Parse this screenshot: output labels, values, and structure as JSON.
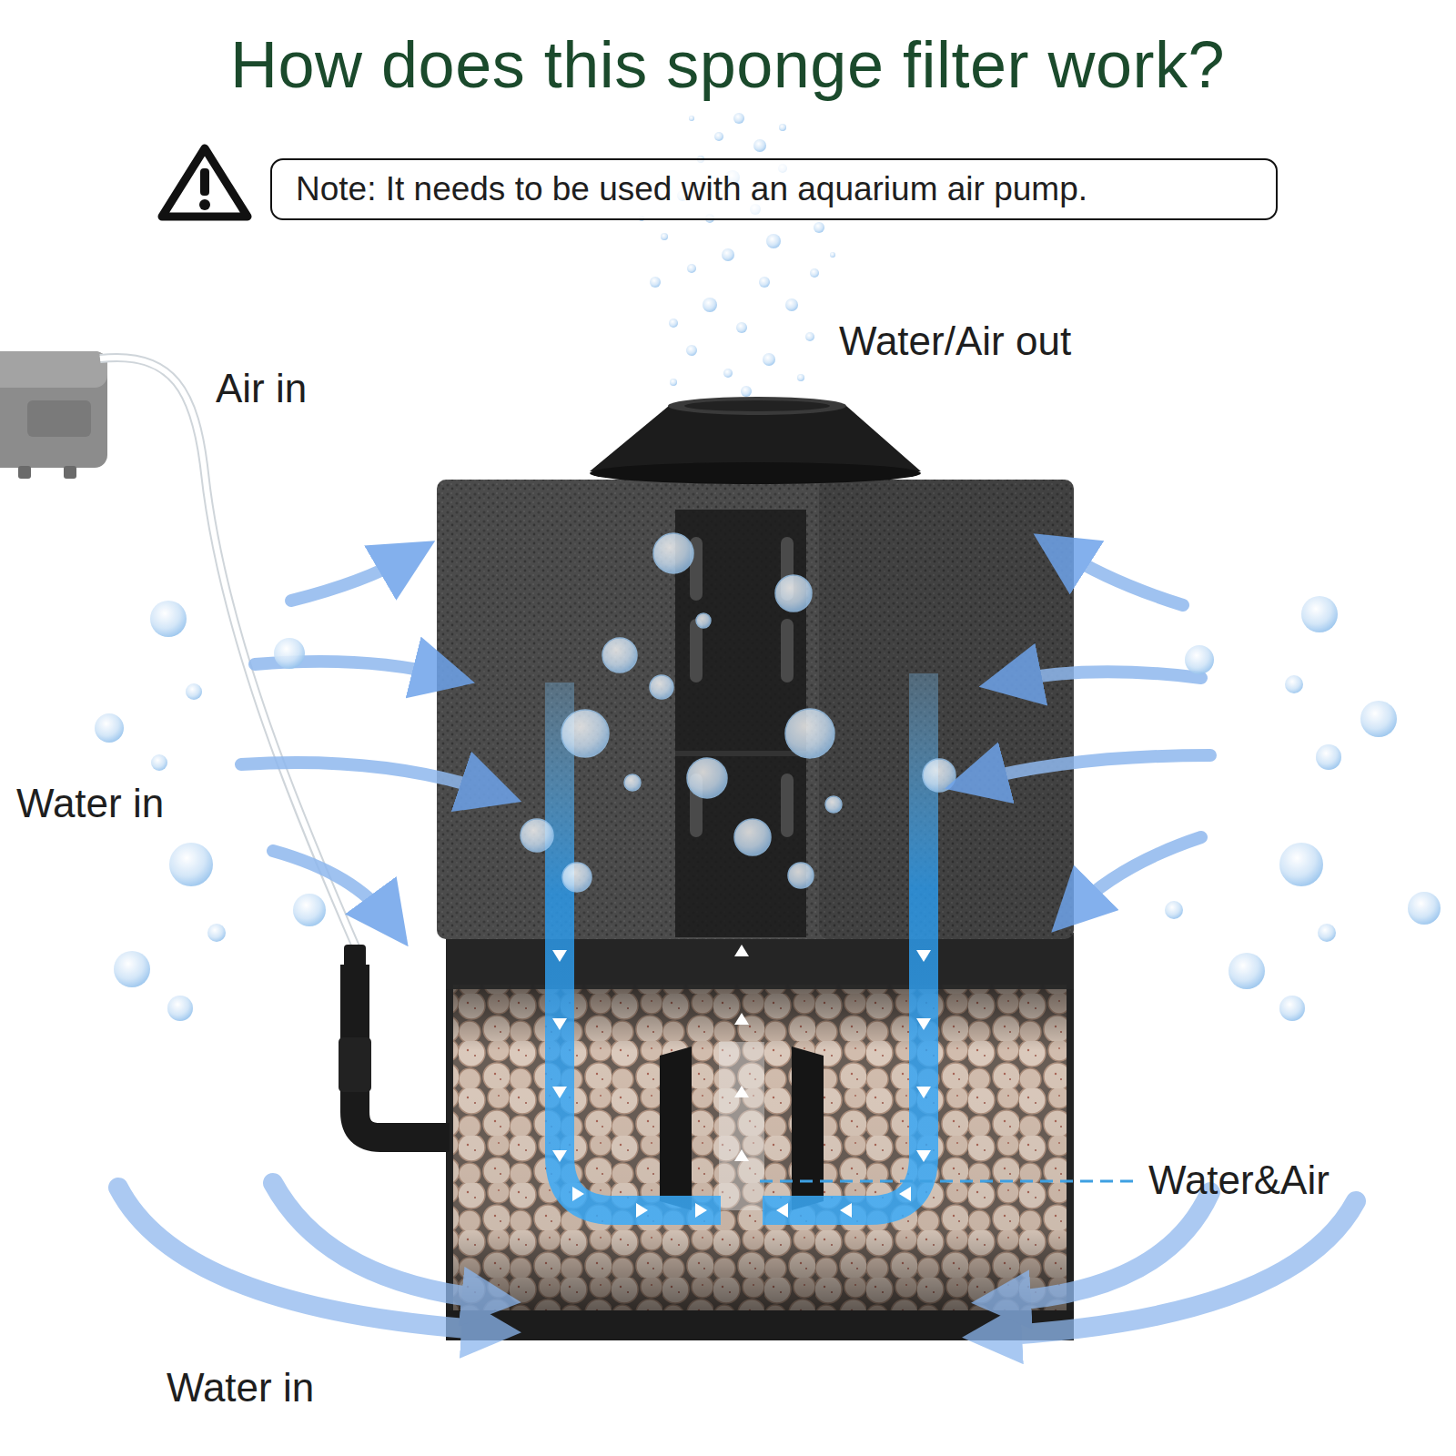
{
  "diagram": {
    "title": "How does this sponge filter work?",
    "nodes": [
      {
        "text": [
          "Note: It needs to be used with an aquarium air pump."
        ]
      }
    ],
    "labels": [
      "Air in",
      "Water/Air out",
      "Water in",
      "Water&Air",
      "Water in"
    ]
  }
}
